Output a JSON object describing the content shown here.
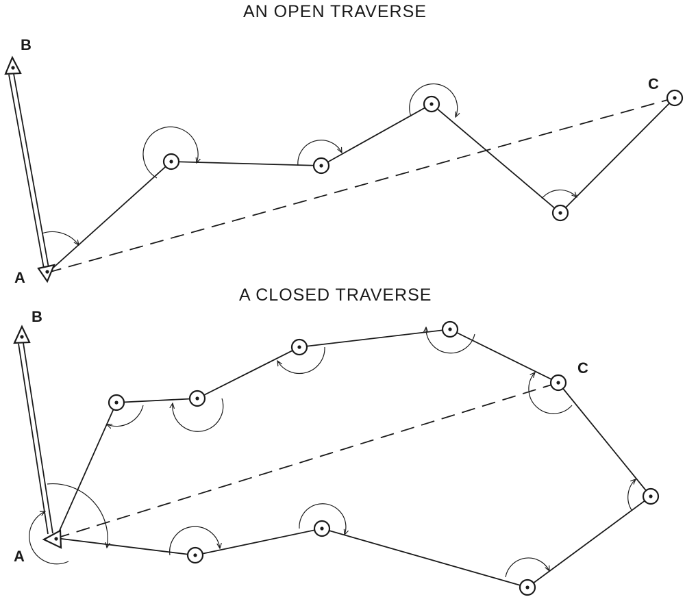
{
  "open_traverse": {
    "title": "AN OPEN TRAVERSE",
    "labels": {
      "b": "B",
      "a": "A",
      "c": "C"
    }
  },
  "closed_traverse": {
    "title": "A CLOSED TRAVERSE",
    "labels": {
      "b": "B",
      "a": "A",
      "c": "C"
    }
  },
  "colors": {
    "ink": "#1a1a1a",
    "background": "#ffffff"
  },
  "icons": [
    "triangle-station-icon",
    "circle-station-icon",
    "angle-arc-icon"
  ]
}
